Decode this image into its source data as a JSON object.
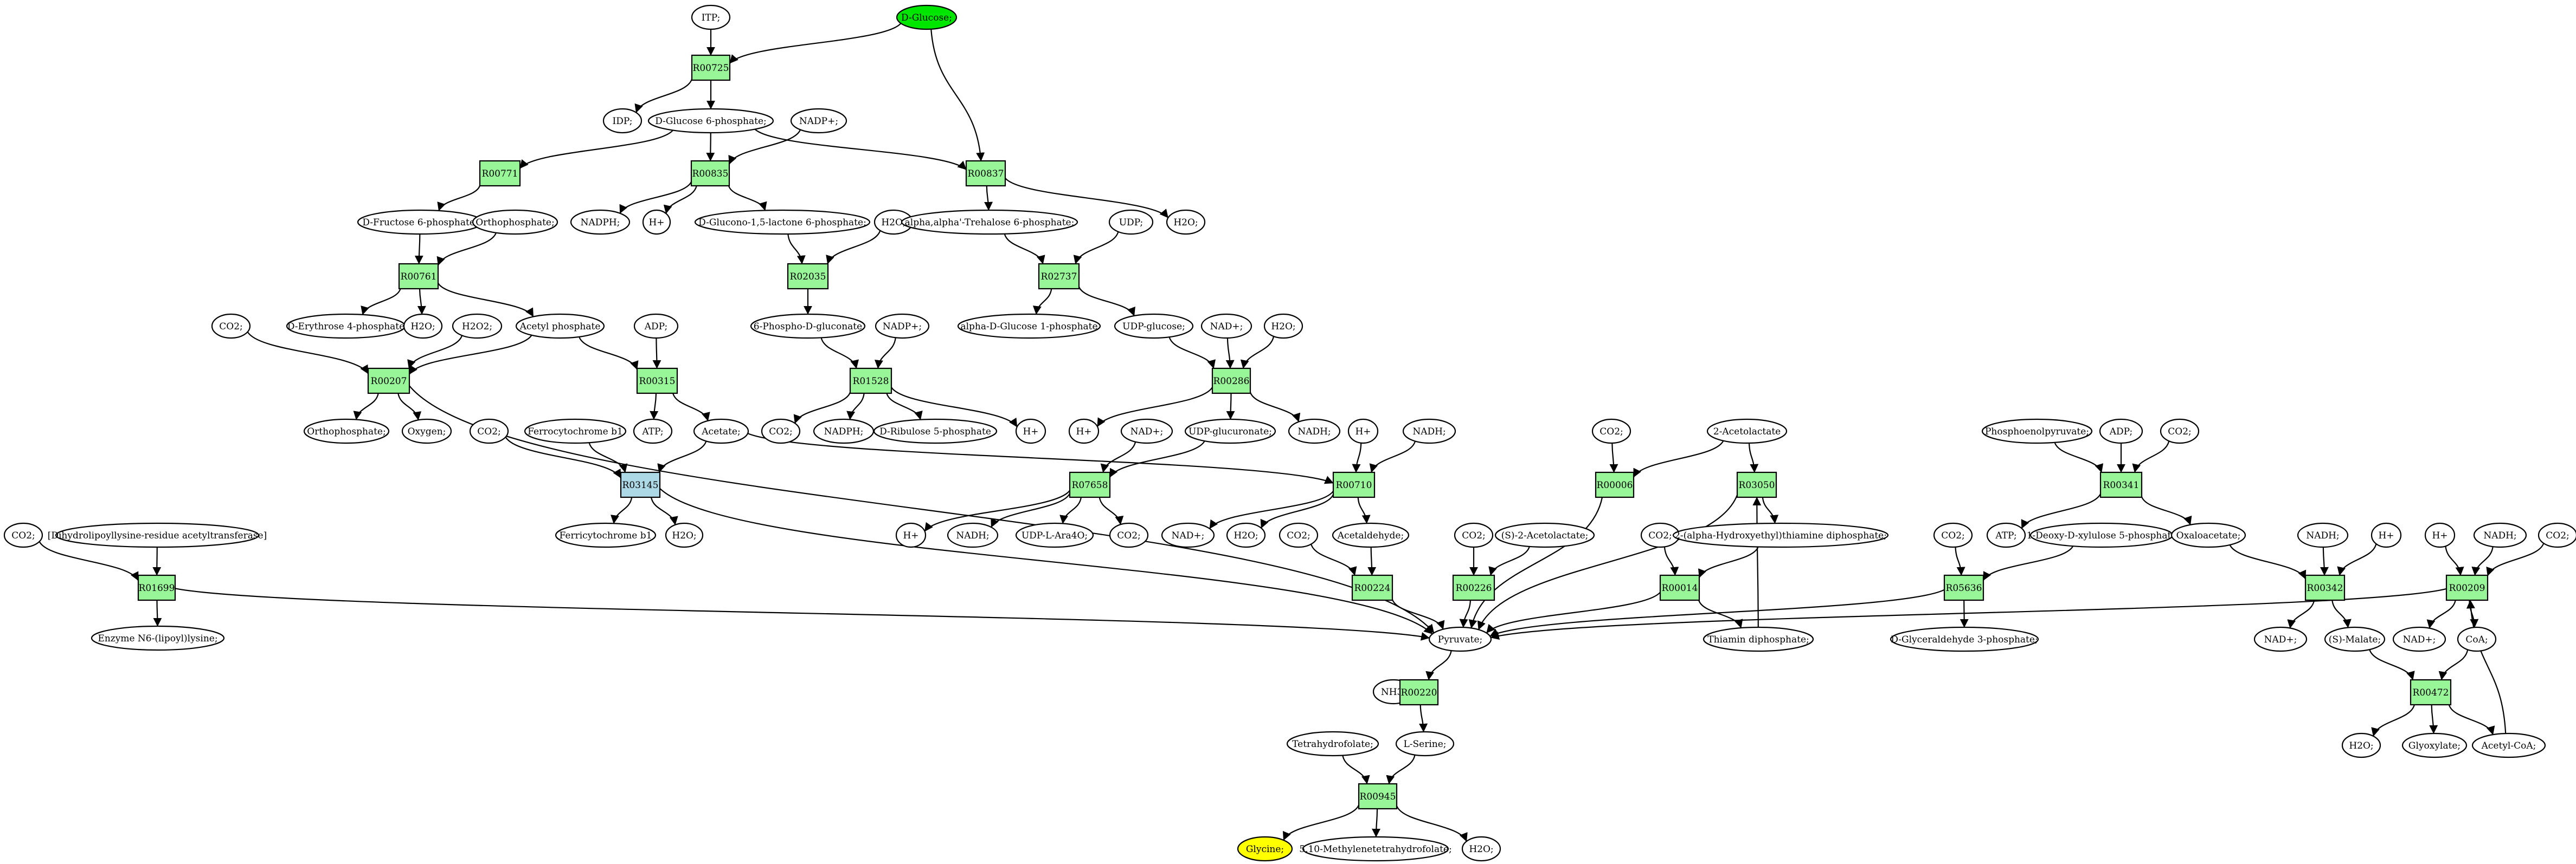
{
  "colors": {
    "reaction": "#98f598",
    "reaction_alt": "#add8e6",
    "compound": "#ffffff",
    "source": "#00e600",
    "target": "#ffff00",
    "edge": "#000000"
  },
  "nodes": {
    "itp": {
      "label": "ITP;",
      "kind": "compound"
    },
    "dglucose": {
      "label": "D-Glucose;",
      "kind": "source"
    },
    "r00725": {
      "label": "R00725",
      "kind": "reaction"
    },
    "idp": {
      "label": "IDP;",
      "kind": "compound"
    },
    "dg6p": {
      "label": "D-Glucose 6-phosphate;",
      "kind": "compound"
    },
    "nadp1": {
      "label": "NADP+;",
      "kind": "compound"
    },
    "r00771": {
      "label": "R00771",
      "kind": "reaction"
    },
    "r00835": {
      "label": "R00835",
      "kind": "reaction"
    },
    "r00837": {
      "label": "R00837",
      "kind": "reaction"
    },
    "df6p": {
      "label": "D-Fructose 6-phosphate;",
      "kind": "compound"
    },
    "orthophos1": {
      "label": "Orthophosphate;",
      "kind": "compound"
    },
    "nadph1": {
      "label": "NADPH;",
      "kind": "compound"
    },
    "hplus1": {
      "label": "H+",
      "kind": "compound"
    },
    "dglucono": {
      "label": "D-Glucono-1,5-lactone 6-phosphate;",
      "kind": "compound"
    },
    "h2o_a": {
      "label": "H2O;",
      "kind": "compound"
    },
    "trehalose6p": {
      "label": "alpha,alpha'-Trehalose 6-phosphate;",
      "kind": "compound"
    },
    "udp1": {
      "label": "UDP;",
      "kind": "compound"
    },
    "h2o_b": {
      "label": "H2O;",
      "kind": "compound"
    },
    "r00761": {
      "label": "R00761",
      "kind": "reaction"
    },
    "r02035": {
      "label": "R02035",
      "kind": "reaction"
    },
    "r02737": {
      "label": "R02737",
      "kind": "reaction"
    },
    "co2_a": {
      "label": "CO2;",
      "kind": "compound"
    },
    "derythrose": {
      "label": "D-Erythrose 4-phosphate",
      "kind": "compound"
    },
    "h2o_c": {
      "label": "H2O;",
      "kind": "compound"
    },
    "h2o2": {
      "label": "H2O2;",
      "kind": "compound"
    },
    "acetylphos": {
      "label": "Acetyl phosphate",
      "kind": "compound"
    },
    "adp1": {
      "label": "ADP;",
      "kind": "compound"
    },
    "phosphogluconate": {
      "label": "6-Phospho-D-gluconate",
      "kind": "compound"
    },
    "nadp2": {
      "label": "NADP+;",
      "kind": "compound"
    },
    "alphadg1p": {
      "label": "alpha-D-Glucose 1-phosphate",
      "kind": "compound"
    },
    "udpglucose": {
      "label": "UDP-glucose;",
      "kind": "compound"
    },
    "nad1": {
      "label": "NAD+;",
      "kind": "compound"
    },
    "h2o_d": {
      "label": "H2O;",
      "kind": "compound"
    },
    "r00207": {
      "label": "R00207",
      "kind": "reaction"
    },
    "r00315": {
      "label": "R00315",
      "kind": "reaction"
    },
    "r01528": {
      "label": "R01528",
      "kind": "reaction"
    },
    "r00286": {
      "label": "R00286",
      "kind": "reaction"
    },
    "orthophos2": {
      "label": "Orthophosphate;",
      "kind": "compound"
    },
    "oxygen": {
      "label": "Oxygen;",
      "kind": "compound"
    },
    "co2_b": {
      "label": "CO2;",
      "kind": "compound"
    },
    "ferrocyt": {
      "label": "Ferrocytochrome b1",
      "kind": "compound"
    },
    "atp1": {
      "label": "ATP;",
      "kind": "compound"
    },
    "acetate": {
      "label": "Acetate;",
      "kind": "compound"
    },
    "co2_c": {
      "label": "CO2;",
      "kind": "compound"
    },
    "nadph2": {
      "label": "NADPH;",
      "kind": "compound"
    },
    "ribulose": {
      "label": "D-Ribulose 5-phosphate",
      "kind": "compound"
    },
    "hplus2": {
      "label": "H+",
      "kind": "compound"
    },
    "hplus3": {
      "label": "H+",
      "kind": "compound"
    },
    "nad2": {
      "label": "NAD+;",
      "kind": "compound"
    },
    "udpglucuronate": {
      "label": "UDP-glucuronate;",
      "kind": "compound"
    },
    "nadh1": {
      "label": "NADH;",
      "kind": "compound"
    },
    "hplus4": {
      "label": "H+",
      "kind": "compound"
    },
    "nadh2": {
      "label": "NADH;",
      "kind": "compound"
    },
    "co2_d": {
      "label": "CO2;",
      "kind": "compound"
    },
    "acetolactate2": {
      "label": "2-Acetolactate",
      "kind": "compound"
    },
    "pep": {
      "label": "Phosphoenolpyruvate;",
      "kind": "compound"
    },
    "adp2": {
      "label": "ADP;",
      "kind": "compound"
    },
    "co2_e": {
      "label": "CO2;",
      "kind": "compound"
    },
    "r03145": {
      "label": "R03145",
      "kind": "reaction_alt"
    },
    "r07658": {
      "label": "R07658",
      "kind": "reaction"
    },
    "r00710": {
      "label": "R00710",
      "kind": "reaction"
    },
    "r00006": {
      "label": "R00006",
      "kind": "reaction"
    },
    "r03050": {
      "label": "R03050",
      "kind": "reaction"
    },
    "r00341": {
      "label": "R00341",
      "kind": "reaction"
    },
    "co2_f": {
      "label": "CO2;",
      "kind": "compound"
    },
    "dihydrolipoyl": {
      "label": "[Dihydrolipoyllysine-residue acetyltransferase]",
      "kind": "compound"
    },
    "ferricyt": {
      "label": "Ferricytochrome b1",
      "kind": "compound"
    },
    "h2o_e": {
      "label": "H2O;",
      "kind": "compound"
    },
    "hplus5": {
      "label": "H+",
      "kind": "compound"
    },
    "nadh3": {
      "label": "NADH;",
      "kind": "compound"
    },
    "udplara4o": {
      "label": "UDP-L-Ara4O;",
      "kind": "compound"
    },
    "co2_g": {
      "label": "CO2;",
      "kind": "compound"
    },
    "nad3": {
      "label": "NAD+;",
      "kind": "compound"
    },
    "h2o_f": {
      "label": "H2O;",
      "kind": "compound"
    },
    "co2_h": {
      "label": "CO2;",
      "kind": "compound"
    },
    "acetaldehyde": {
      "label": "Acetaldehyde;",
      "kind": "compound"
    },
    "co2_i": {
      "label": "CO2;",
      "kind": "compound"
    },
    "sacetolactate": {
      "label": "(S)-2-Acetolactate;",
      "kind": "compound"
    },
    "co2_j": {
      "label": "CO2;",
      "kind": "compound"
    },
    "hydroxyethyl": {
      "label": "2-(alpha-Hydroxyethyl)thiamine diphosphate;",
      "kind": "compound"
    },
    "co2_k": {
      "label": "CO2;",
      "kind": "compound"
    },
    "atp2": {
      "label": "ATP;",
      "kind": "compound"
    },
    "deoxyxylulose": {
      "label": "1-Deoxy-D-xylulose 5-phosphate",
      "kind": "compound"
    },
    "oxaloacetate": {
      "label": "Oxaloacetate;",
      "kind": "compound"
    },
    "nadh4": {
      "label": "NADH;",
      "kind": "compound"
    },
    "hplus6": {
      "label": "H+",
      "kind": "compound"
    },
    "hplus7": {
      "label": "H+",
      "kind": "compound"
    },
    "nadh5": {
      "label": "NADH;",
      "kind": "compound"
    },
    "co2_l": {
      "label": "CO2;",
      "kind": "compound"
    },
    "r01699": {
      "label": "R01699",
      "kind": "reaction"
    },
    "r00224": {
      "label": "R00224",
      "kind": "reaction"
    },
    "r00226": {
      "label": "R00226",
      "kind": "reaction"
    },
    "r00014": {
      "label": "R00014",
      "kind": "reaction"
    },
    "r05636": {
      "label": "R05636",
      "kind": "reaction"
    },
    "r00342": {
      "label": "R00342",
      "kind": "reaction"
    },
    "r00209": {
      "label": "R00209",
      "kind": "reaction"
    },
    "enzymen6": {
      "label": "Enzyme N6-(lipoyl)lysine;",
      "kind": "compound"
    },
    "pyruvate": {
      "label": "Pyruvate;",
      "kind": "compound"
    },
    "thiamindp": {
      "label": "Thiamin diphosphate;",
      "kind": "compound"
    },
    "glyceraldehyde": {
      "label": "D-Glyceraldehyde 3-phosphate;",
      "kind": "compound"
    },
    "nad4": {
      "label": "NAD+;",
      "kind": "compound"
    },
    "smalate": {
      "label": "(S)-Malate;",
      "kind": "compound"
    },
    "nad5": {
      "label": "NAD+;",
      "kind": "compound"
    },
    "coa": {
      "label": "CoA;",
      "kind": "compound"
    },
    "nh3": {
      "label": "NH3;",
      "kind": "compound"
    },
    "r00220": {
      "label": "R00220",
      "kind": "reaction"
    },
    "r00472": {
      "label": "R00472",
      "kind": "reaction"
    },
    "h2o_g": {
      "label": "H2O;",
      "kind": "compound"
    },
    "glyoxylate": {
      "label": "Glyoxylate;",
      "kind": "compound"
    },
    "acetylcoa": {
      "label": "Acetyl-CoA;",
      "kind": "compound"
    },
    "thf": {
      "label": "Tetrahydrofolate;",
      "kind": "compound"
    },
    "lserine": {
      "label": "L-Serine;",
      "kind": "compound"
    },
    "r00945": {
      "label": "R00945",
      "kind": "reaction"
    },
    "glycine": {
      "label": "Glycine;",
      "kind": "target"
    },
    "methylenethf": {
      "label": "5,10-Methylenetetrahydrofolate;",
      "kind": "compound"
    },
    "h2o_h": {
      "label": "H2O;",
      "kind": "compound"
    }
  },
  "edges": [
    [
      "itp",
      "r00725"
    ],
    [
      "dglucose",
      "r00725"
    ],
    [
      "dglucose",
      "r00837"
    ],
    [
      "r00725",
      "idp"
    ],
    [
      "r00725",
      "dg6p"
    ],
    [
      "dg6p",
      "r00771"
    ],
    [
      "dg6p",
      "r00835"
    ],
    [
      "dg6p",
      "r00837"
    ],
    [
      "nadp1",
      "r00835"
    ],
    [
      "r00771",
      "df6p"
    ],
    [
      "r00835",
      "nadph1"
    ],
    [
      "r00835",
      "hplus1"
    ],
    [
      "r00835",
      "dglucono"
    ],
    [
      "r00837",
      "trehalose6p"
    ],
    [
      "r00837",
      "h2o_b"
    ],
    [
      "df6p",
      "r00761"
    ],
    [
      "orthophos1",
      "r00761"
    ],
    [
      "dglucono",
      "r02035"
    ],
    [
      "h2o_a",
      "r02035"
    ],
    [
      "trehalose6p",
      "r02737"
    ],
    [
      "udp1",
      "r02737"
    ],
    [
      "r00761",
      "derythrose"
    ],
    [
      "r00761",
      "h2o_c"
    ],
    [
      "r00761",
      "acetylphos"
    ],
    [
      "r02035",
      "phosphogluconate"
    ],
    [
      "r02737",
      "alphadg1p"
    ],
    [
      "r02737",
      "udpglucose"
    ],
    [
      "co2_a",
      "r00207"
    ],
    [
      "h2o2",
      "r00207"
    ],
    [
      "acetylphos",
      "r00207"
    ],
    [
      "acetylphos",
      "r00315"
    ],
    [
      "adp1",
      "r00315"
    ],
    [
      "phosphogluconate",
      "r01528"
    ],
    [
      "nadp2",
      "r01528"
    ],
    [
      "udpglucose",
      "r00286"
    ],
    [
      "nad1",
      "r00286"
    ],
    [
      "h2o_d",
      "r00286"
    ],
    [
      "r00207",
      "orthophos2"
    ],
    [
      "r00207",
      "oxygen"
    ],
    [
      "r00207",
      "pyruvate"
    ],
    [
      "r00315",
      "atp1"
    ],
    [
      "r00315",
      "acetate"
    ],
    [
      "r01528",
      "co2_c"
    ],
    [
      "r01528",
      "nadph2"
    ],
    [
      "r01528",
      "ribulose"
    ],
    [
      "r01528",
      "hplus2"
    ],
    [
      "r00286",
      "hplus3"
    ],
    [
      "r00286",
      "udpglucuronate"
    ],
    [
      "r00286",
      "nadh1"
    ],
    [
      "co2_b",
      "r03145"
    ],
    [
      "ferrocyt",
      "r03145"
    ],
    [
      "acetate",
      "r03145"
    ],
    [
      "acetate",
      "r00710"
    ],
    [
      "nad2",
      "r07658"
    ],
    [
      "udpglucuronate",
      "r07658"
    ],
    [
      "hplus4",
      "r00710"
    ],
    [
      "nadh2",
      "r00710"
    ],
    [
      "co2_d",
      "r00006"
    ],
    [
      "acetolactate2",
      "r00006"
    ],
    [
      "acetolactate2",
      "r03050"
    ],
    [
      "pep",
      "r00341"
    ],
    [
      "adp2",
      "r00341"
    ],
    [
      "co2_e",
      "r00341"
    ],
    [
      "r03145",
      "ferricyt"
    ],
    [
      "r03145",
      "h2o_e"
    ],
    [
      "r03145",
      "pyruvate"
    ],
    [
      "r07658",
      "hplus5"
    ],
    [
      "r07658",
      "nadh3"
    ],
    [
      "r07658",
      "udplara4o"
    ],
    [
      "r07658",
      "co2_g"
    ],
    [
      "r00710",
      "nad3"
    ],
    [
      "r00710",
      "h2o_f"
    ],
    [
      "r00710",
      "acetaldehyde"
    ],
    [
      "r00006",
      "pyruvate"
    ],
    [
      "r03050",
      "hydroxyethyl"
    ],
    [
      "r03050",
      "pyruvate"
    ],
    [
      "r00341",
      "atp2"
    ],
    [
      "r00341",
      "oxaloacetate"
    ],
    [
      "co2_f",
      "r01699"
    ],
    [
      "dihydrolipoyl",
      "r01699"
    ],
    [
      "co2_h",
      "r00224"
    ],
    [
      "acetaldehyde",
      "r00224"
    ],
    [
      "co2_i",
      "r00226"
    ],
    [
      "sacetolactate",
      "r00226"
    ],
    [
      "co2_j",
      "r00014"
    ],
    [
      "hydroxyethyl",
      "r00014"
    ],
    [
      "co2_k",
      "r05636"
    ],
    [
      "deoxyxylulose",
      "r05636"
    ],
    [
      "oxaloacetate",
      "r00342"
    ],
    [
      "nadh4",
      "r00342"
    ],
    [
      "hplus6",
      "r00342"
    ],
    [
      "hplus7",
      "r00209"
    ],
    [
      "nadh5",
      "r00209"
    ],
    [
      "co2_l",
      "r00209"
    ],
    [
      "r01699",
      "enzymen6"
    ],
    [
      "r01699",
      "pyruvate"
    ],
    [
      "r00224",
      "pyruvate"
    ],
    [
      "r00226",
      "pyruvate"
    ],
    [
      "r00014",
      "pyruvate"
    ],
    [
      "r00014",
      "thiamindp"
    ],
    [
      "thiamindp",
      "r03050"
    ],
    [
      "r05636",
      "pyruvate"
    ],
    [
      "r05636",
      "glyceraldehyde"
    ],
    [
      "r00342",
      "nad4"
    ],
    [
      "r00342",
      "smalate"
    ],
    [
      "r00209",
      "pyruvate"
    ],
    [
      "r00209",
      "nad5"
    ],
    [
      "r00209",
      "coa"
    ],
    [
      "pyruvate",
      "r00220"
    ],
    [
      "nh3",
      "r00220"
    ],
    [
      "r00220",
      "lserine"
    ],
    [
      "smalate",
      "r00472"
    ],
    [
      "coa",
      "r00472"
    ],
    [
      "r00472",
      "h2o_g"
    ],
    [
      "r00472",
      "glyoxylate"
    ],
    [
      "r00472",
      "acetylcoa"
    ],
    [
      "acetylcoa",
      "r00209"
    ],
    [
      "thf",
      "r00945"
    ],
    [
      "lserine",
      "r00945"
    ],
    [
      "r00945",
      "glycine"
    ],
    [
      "r00945",
      "methylenethf"
    ],
    [
      "r00945",
      "h2o_h"
    ]
  ]
}
